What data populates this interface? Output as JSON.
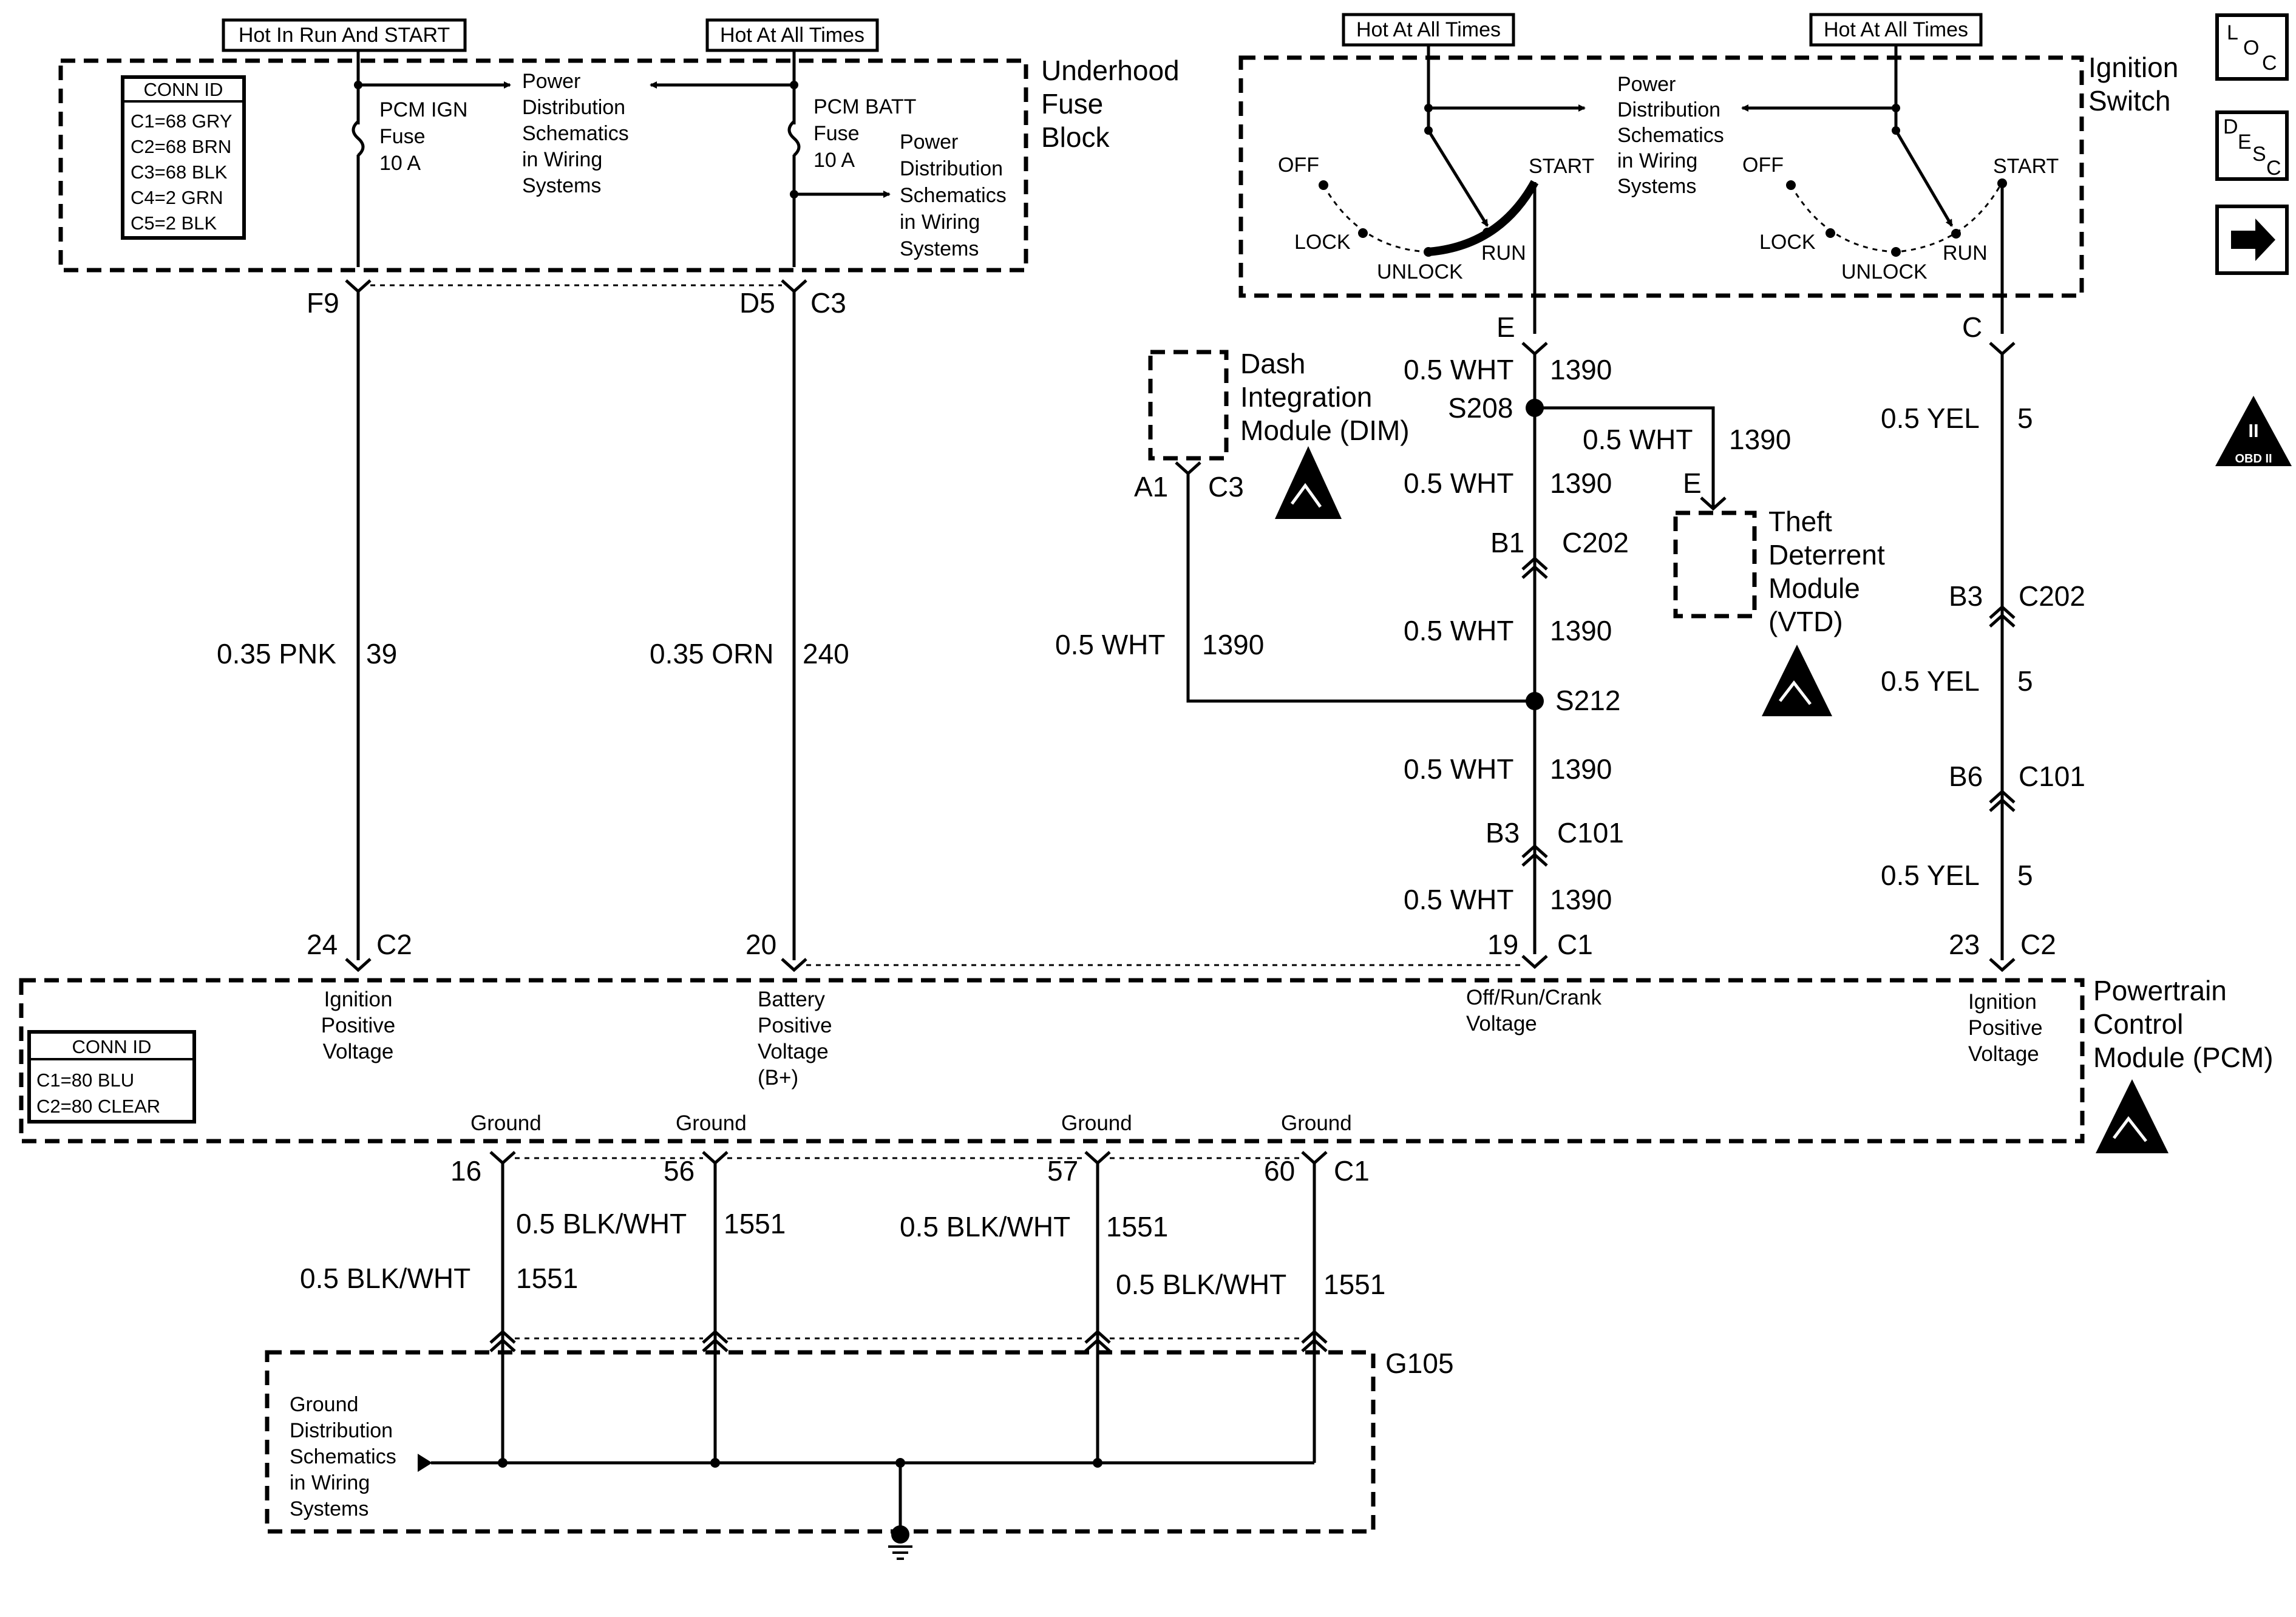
{
  "header_labels": {
    "hot_run_start": "Hot In Run And START",
    "hot_all_times": "Hot At All Times"
  },
  "fuse_block": {
    "title": [
      "Underhood",
      "Fuse",
      "Block"
    ],
    "conn_id_title": "CONN ID",
    "conn_ids": [
      "C1=68 GRY",
      "C2=68 BRN",
      "C3=68 BLK",
      "C4=2 GRN",
      "C5=2 BLK"
    ],
    "pcm_ign_fuse": [
      "PCM IGN",
      "Fuse",
      "10 A"
    ],
    "pcm_batt_fuse": [
      "PCM BATT",
      "Fuse",
      "10 A"
    ],
    "pd_ref": [
      "Power",
      "Distribution",
      "Schematics",
      "in Wiring",
      "Systems"
    ]
  },
  "ignition_switch": {
    "title": [
      "Ignition",
      "Switch"
    ],
    "positions": {
      "off": "OFF",
      "lock": "LOCK",
      "unlock": "UNLOCK",
      "run": "RUN",
      "start": "START"
    }
  },
  "side_icons": {
    "loc": [
      "L",
      "O",
      "C"
    ],
    "desc": [
      "D",
      "E",
      "S",
      "C"
    ],
    "obd": "OBD II",
    "obd_mark": "II"
  },
  "modules": {
    "dim": [
      "Dash",
      "Integration",
      "Module (DIM)"
    ],
    "vtd": [
      "Theft",
      "Deterrent",
      "Module",
      "(VTD)"
    ],
    "pcm": [
      "Powertrain",
      "Control",
      "Module (PCM)"
    ],
    "pcm_conn_title": "CONN ID",
    "pcm_conn_ids": [
      "C1=80 BLU",
      "C2=80 CLEAR"
    ]
  },
  "pcm_pins": {
    "ign1": [
      "Ignition",
      "Positive",
      "Voltage"
    ],
    "batt": [
      "Battery",
      "Positive",
      "Voltage",
      "(B+)"
    ],
    "offrun": [
      "Off/Run/Crank",
      "Voltage"
    ],
    "ign2": [
      "Ignition",
      "Positive",
      "Voltage"
    ],
    "ground": "Ground"
  },
  "ground_dist": {
    "ref": [
      "Ground",
      "Distribution",
      "Schematics",
      "in Wiring",
      "Systems"
    ],
    "g": "G105"
  },
  "connectors": {
    "f9": "F9",
    "d5": "D5",
    "c3": "C3",
    "e": "E",
    "c": "C",
    "p24": "24",
    "c2": "C2",
    "p20": "20",
    "p19": "19",
    "c1": "C1",
    "p23": "23",
    "s208": "S208",
    "s212": "S212",
    "a1": "A1",
    "b1": "B1",
    "c202": "C202",
    "b3": "B3",
    "c101": "C101",
    "b6": "B6",
    "p16": "16",
    "p56": "56",
    "p57": "57",
    "p60": "60"
  },
  "wires": {
    "pnk": "0.35 PNK",
    "pnk_n": "39",
    "orn": "0.35 ORN",
    "orn_n": "240",
    "wht": "0.5 WHT",
    "wht_n": "1390",
    "yel": "0.5 YEL",
    "yel_n": "5",
    "blk": "0.5 BLK/WHT",
    "blk_n": "1551"
  }
}
